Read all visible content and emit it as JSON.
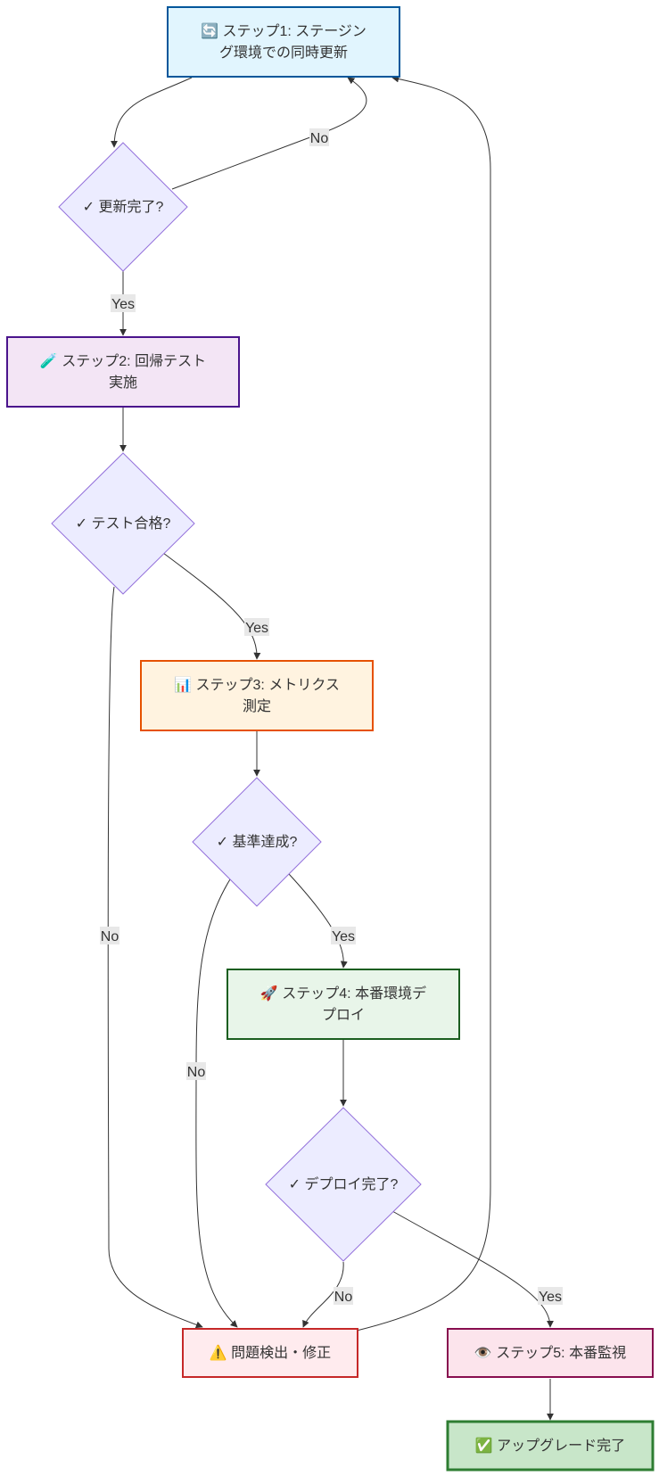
{
  "nodes": {
    "step1": {
      "lines": [
        "🔄 ステップ1: ステージン",
        "グ環境での同時更新"
      ],
      "fill": "#e1f5fe",
      "stroke": "#01579b"
    },
    "check1": {
      "lines": [
        "✓ 更新完了?"
      ],
      "fill": "#ececff",
      "stroke": "#9370db"
    },
    "step2": {
      "lines": [
        "🧪 ステップ2: 回帰テスト",
        "実施"
      ],
      "fill": "#f3e5f5",
      "stroke": "#4a148c"
    },
    "check2": {
      "lines": [
        "✓ テスト合格?"
      ],
      "fill": "#ececff",
      "stroke": "#9370db"
    },
    "step3": {
      "lines": [
        "📊 ステップ3: メトリクス",
        "測定"
      ],
      "fill": "#fff3e0",
      "stroke": "#e65100"
    },
    "check3": {
      "lines": [
        "✓ 基準達成?"
      ],
      "fill": "#ececff",
      "stroke": "#9370db"
    },
    "step4": {
      "lines": [
        "🚀 ステップ4: 本番環境デ",
        "プロイ"
      ],
      "fill": "#e8f5e9",
      "stroke": "#1b5e20"
    },
    "check4": {
      "lines": [
        "✓ デプロイ完了?"
      ],
      "fill": "#ececff",
      "stroke": "#9370db"
    },
    "fix": {
      "lines": [
        "⚠️ 問題検出・修正"
      ],
      "fill": "#ffebee",
      "stroke": "#c62828"
    },
    "step5": {
      "lines": [
        "👁️ ステップ5: 本番監視"
      ],
      "fill": "#fce4ec",
      "stroke": "#880e4f"
    },
    "done": {
      "lines": [
        "✅ アップグレード完了"
      ],
      "fill": "#c8e6c9",
      "stroke": "#2e7d32"
    }
  },
  "edge_labels": {
    "check1_no": "No",
    "check1_yes": "Yes",
    "check2_yes": "Yes",
    "check2_no": "No",
    "check3_yes": "Yes",
    "check3_no": "No",
    "check4_no": "No",
    "check4_yes": "Yes"
  },
  "colors": {
    "edge": "#333333",
    "edge_label_bg": "#e8e8e8",
    "text": "#333333"
  }
}
